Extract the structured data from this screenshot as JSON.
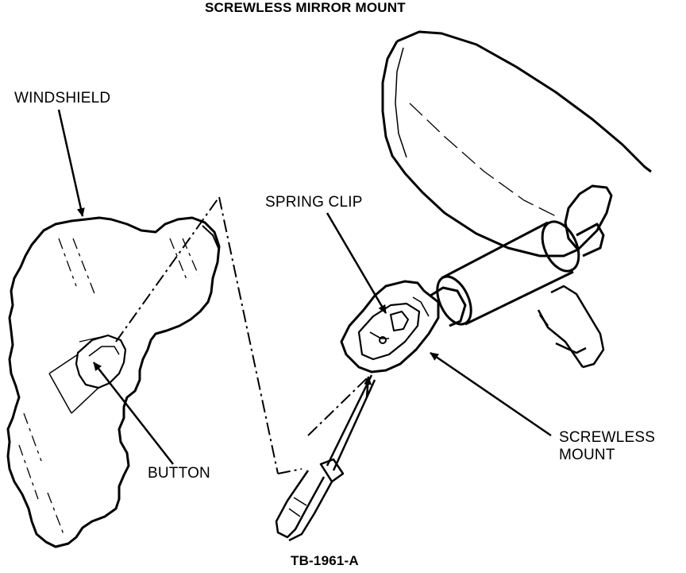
{
  "title": "SCREWLESS MIRROR MOUNT",
  "labels": {
    "windshield": "WINDSHIELD",
    "spring_clip": "SPRING CLIP",
    "button": "BUTTON",
    "screwless_mount_line1": "SCREWLESS",
    "screwless_mount_line2": "MOUNT"
  },
  "reference_code": "TB-1961-A",
  "colors": {
    "ink": "#000000",
    "paper": "#ffffff"
  }
}
